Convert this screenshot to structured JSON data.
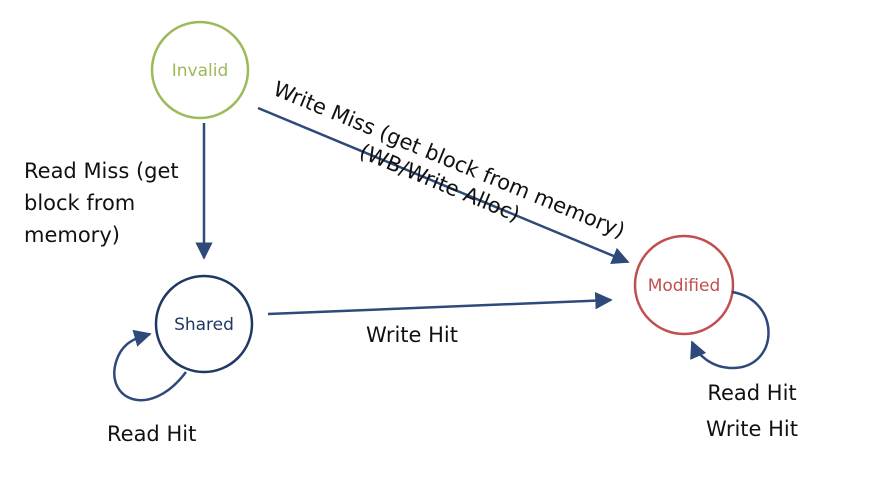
{
  "colors": {
    "invalid": "#9bbb59",
    "shared": "#1f3864",
    "modified": "#c0504d",
    "arrow": "#2e4a7a",
    "text": "#111111"
  },
  "states": {
    "invalid": {
      "label": "Invalid"
    },
    "shared": {
      "label": "Shared"
    },
    "modified": {
      "label": "Modified"
    }
  },
  "transitions": {
    "invalid_to_shared": {
      "lines": [
        "Read Miss (get",
        "block from",
        "memory)"
      ]
    },
    "invalid_to_modified": {
      "lines": [
        "Write Miss (get block from memory)",
        "(WB/Write Alloc)"
      ]
    },
    "shared_to_modified": {
      "label": "Write Hit"
    },
    "shared_self": {
      "label": "Read Hit"
    },
    "modified_self": {
      "lines": [
        "Read Hit",
        "Write Hit"
      ]
    }
  }
}
